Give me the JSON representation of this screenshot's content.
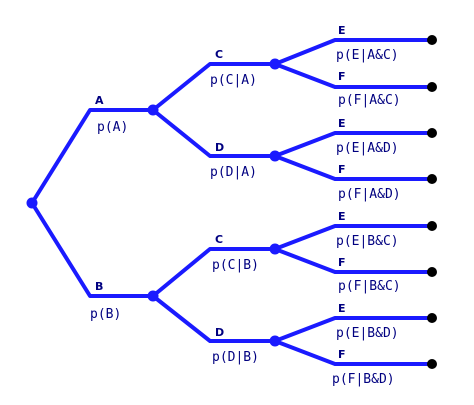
{
  "colors": {
    "branch": "#1a1aff",
    "node": "#1a1aff",
    "leaf": "#000000",
    "text": "#000080"
  },
  "branches": {
    "a": {
      "outcome": "A",
      "probability": "p(A)"
    },
    "b": {
      "outcome": "B",
      "probability": "p(B)"
    },
    "a_c": {
      "outcome": "C",
      "probability": "p(C|A)"
    },
    "a_d": {
      "outcome": "D",
      "probability": "p(D|A)"
    },
    "b_c": {
      "outcome": "C",
      "probability": "p(C|B)"
    },
    "b_d": {
      "outcome": "D",
      "probability": "p(D|B)"
    },
    "ac_e": {
      "outcome": "E",
      "probability": "p(E|A&C)"
    },
    "ac_f": {
      "outcome": "F",
      "probability": "p(F|A&C)"
    },
    "ad_e": {
      "outcome": "E",
      "probability": "p(E|A&D)"
    },
    "ad_f": {
      "outcome": "F",
      "probability": "p(F|A&D)"
    },
    "bc_e": {
      "outcome": "E",
      "probability": "p(E|B&C)"
    },
    "bc_f": {
      "outcome": "F",
      "probability": "p(F|B&C)"
    },
    "bd_e": {
      "outcome": "E",
      "probability": "p(E|B&D)"
    },
    "bd_f": {
      "outcome": "F",
      "probability": "p(F|B&D)"
    }
  }
}
